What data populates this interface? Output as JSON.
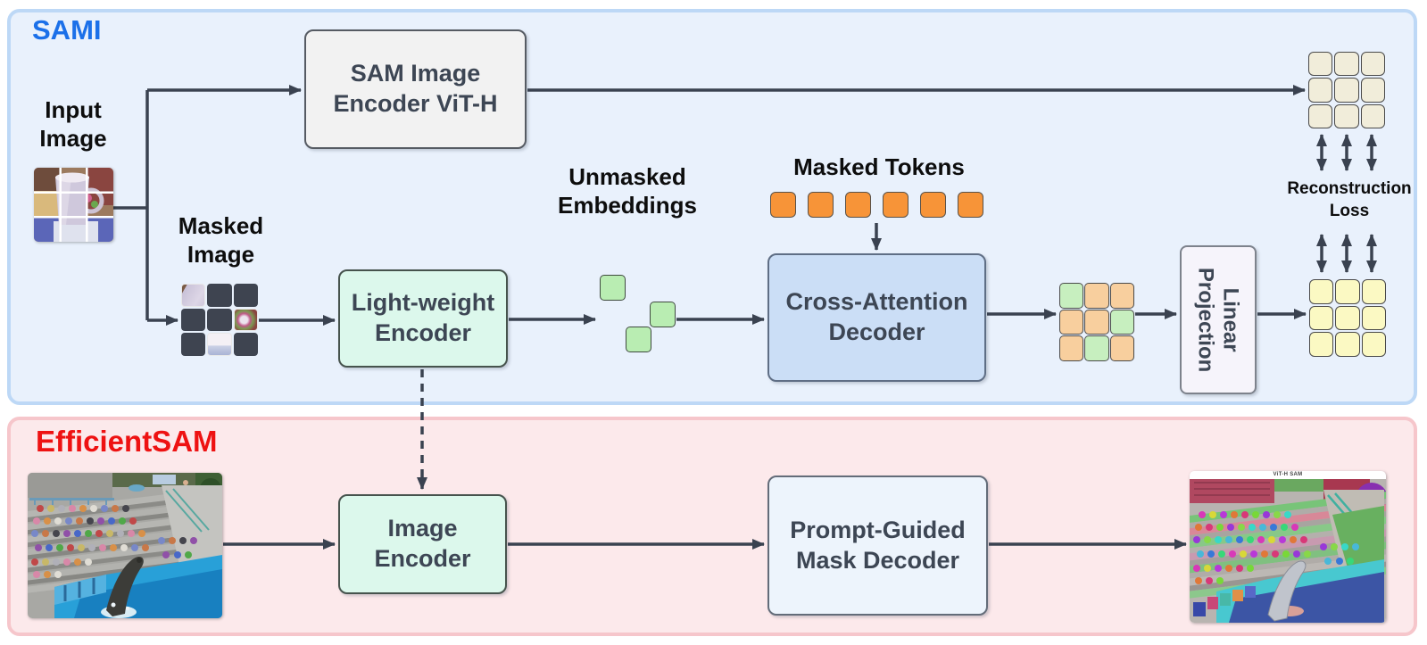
{
  "colors": {
    "arrow": "#3a4250",
    "sami_title": "#1b70e9",
    "efficientsam_title": "#ee1212",
    "label_text": "#0d0d0d",
    "box_text": "#3d4654",
    "panel_sami_bg": "#e9f1fc",
    "panel_sami_border": "#bdd8f6",
    "panel_esam_bg": "#fce9eb",
    "panel_esam_border": "#f6c6cb",
    "sam_box_bg": "#f2f2f2",
    "sam_box_border": "#565b63",
    "mint_box_bg": "#dcf8ec",
    "mint_box_border": "#46534d",
    "decoder_box_bg": "#cbdef6",
    "decoder_box_border": "#5f6e85",
    "linproj_box_bg": "#f6f4fb",
    "linproj_box_border": "#7d828c",
    "pgmd_box_bg": "#edf4fc",
    "pgmd_box_border": "#636c79",
    "orange": "#f79438",
    "lightgreen": "#b9edb2",
    "green": "#c7efbf",
    "peach": "#f8cf9e",
    "cream": "#f1edda",
    "yellow": "#fbf9c3",
    "maskcell": "#3e4450"
  },
  "sami_panel": {
    "title": "SAMI",
    "input_image_label": "Input Image",
    "masked_image_label": "Masked Image",
    "sam_encoder_label": "SAM Image Encoder ViT-H",
    "lightweight_encoder_label": "Light-weight Encoder",
    "unmasked_embeddings_label": "Unmasked Embeddings",
    "masked_tokens_label": "Masked Tokens",
    "cross_attention_label": "Cross-Attention Decoder",
    "linear_projection_label": "Linear Projection",
    "reconstruction_loss_label": "Reconstruction Loss",
    "masked_tokens": {
      "count": 6,
      "color": "orange"
    },
    "unmasked_embeddings": {
      "count": 3,
      "color": "lightgreen"
    },
    "masked_image": {
      "cells": [
        "photo-a",
        "maskcell",
        "maskcell",
        "maskcell",
        "maskcell",
        "photo-b",
        "maskcell",
        "photo-c",
        "maskcell"
      ]
    },
    "grids": {
      "sam_target": {
        "cells": [
          "cream",
          "cream",
          "cream",
          "cream",
          "cream",
          "cream",
          "cream",
          "cream",
          "cream"
        ]
      },
      "decoder_output": {
        "cells": [
          "green",
          "peach",
          "peach",
          "peach",
          "peach",
          "green",
          "peach",
          "green",
          "peach"
        ]
      },
      "projected": {
        "cells": [
          "yellow",
          "yellow",
          "yellow",
          "yellow",
          "yellow",
          "yellow",
          "yellow",
          "yellow",
          "yellow"
        ]
      }
    }
  },
  "efficientsam_panel": {
    "title": "EfficientSAM",
    "image_encoder_label": "Image Encoder",
    "mask_decoder_label": "Prompt-Guided Mask Decoder",
    "output_caption": "ViT-H SAM"
  }
}
